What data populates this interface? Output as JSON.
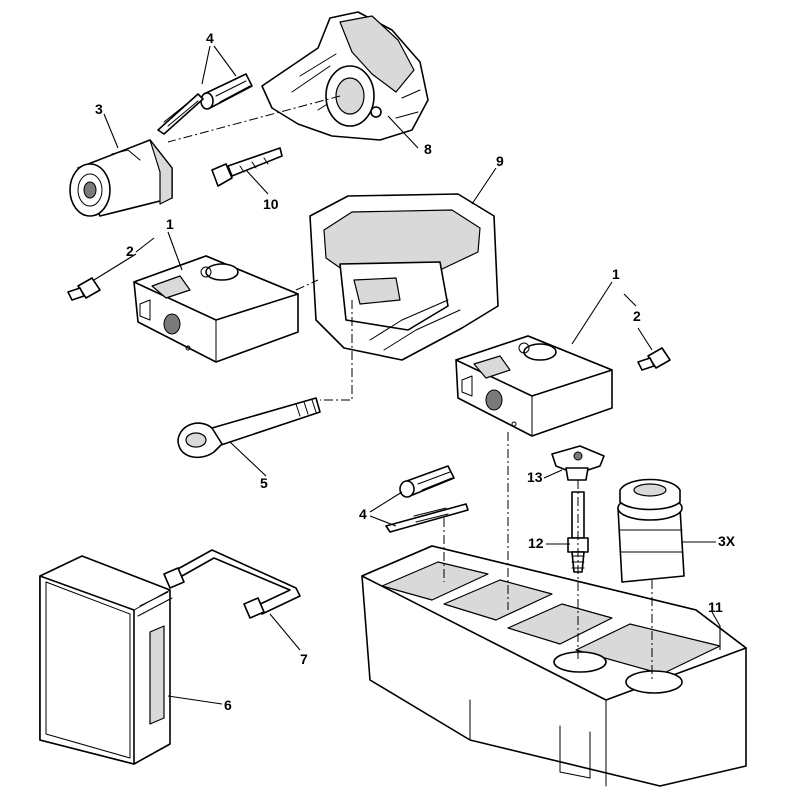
{
  "callouts": {
    "c1a": "1",
    "c1b": "1",
    "c2a": "2",
    "c2b": "2",
    "c3": "3",
    "c3x": "3X",
    "c4a": "4",
    "c4b": "4",
    "c5": "5",
    "c6": "6",
    "c7": "7",
    "c8": "8",
    "c9": "9",
    "c10": "10",
    "c11": "11",
    "c12": "12",
    "c13": "13"
  }
}
